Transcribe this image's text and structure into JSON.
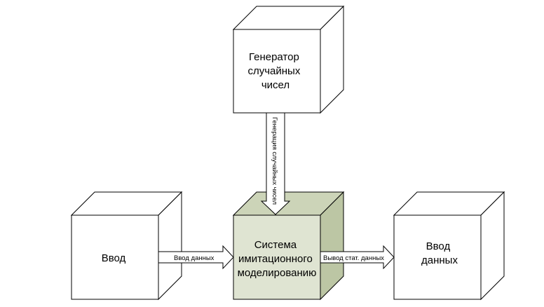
{
  "colors": {
    "box_fill": "#ffffff",
    "box_top_fill": "#ffffff",
    "box_side_fill": "#ffffff",
    "center_fill": "#dfe4d2",
    "center_top_fill": "#ccd4b8",
    "center_side_fill": "#bcc6a4",
    "stroke": "#000000"
  },
  "boxes": {
    "generator": {
      "lines": [
        "Генератор",
        "случайных",
        "чисел"
      ]
    },
    "input": {
      "lines": [
        "Ввод"
      ]
    },
    "system": {
      "lines": [
        "Система",
        "имитационного",
        "моделированию"
      ]
    },
    "output": {
      "lines": [
        "Ввод",
        "данных"
      ]
    }
  },
  "arrows": {
    "gen_to_system": {
      "label": "Генерация случайных чисел"
    },
    "input_to_system": {
      "label": "Ввод данных"
    },
    "system_to_output": {
      "label": "Вывод стат. данных"
    }
  }
}
